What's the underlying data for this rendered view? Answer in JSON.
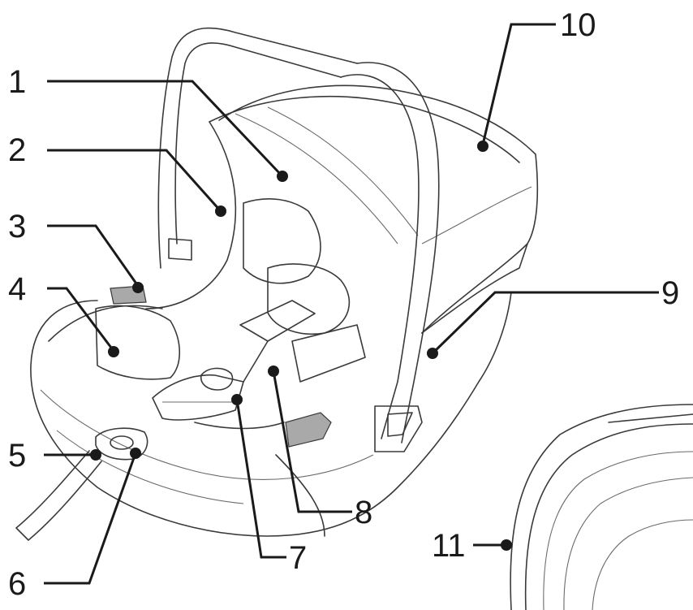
{
  "colors": {
    "line": "#1a1a1a",
    "outline": "#3a3a3a",
    "shade": "#a9a9a9",
    "background": "#ffffff"
  },
  "callouts": [
    {
      "id": "1",
      "label": "1"
    },
    {
      "id": "2",
      "label": "2"
    },
    {
      "id": "3",
      "label": "3"
    },
    {
      "id": "4",
      "label": "4"
    },
    {
      "id": "5",
      "label": "5"
    },
    {
      "id": "6",
      "label": "6"
    },
    {
      "id": "7",
      "label": "7"
    },
    {
      "id": "8",
      "label": "8"
    },
    {
      "id": "9",
      "label": "9"
    },
    {
      "id": "10",
      "label": "10"
    },
    {
      "id": "11",
      "label": "11"
    }
  ]
}
